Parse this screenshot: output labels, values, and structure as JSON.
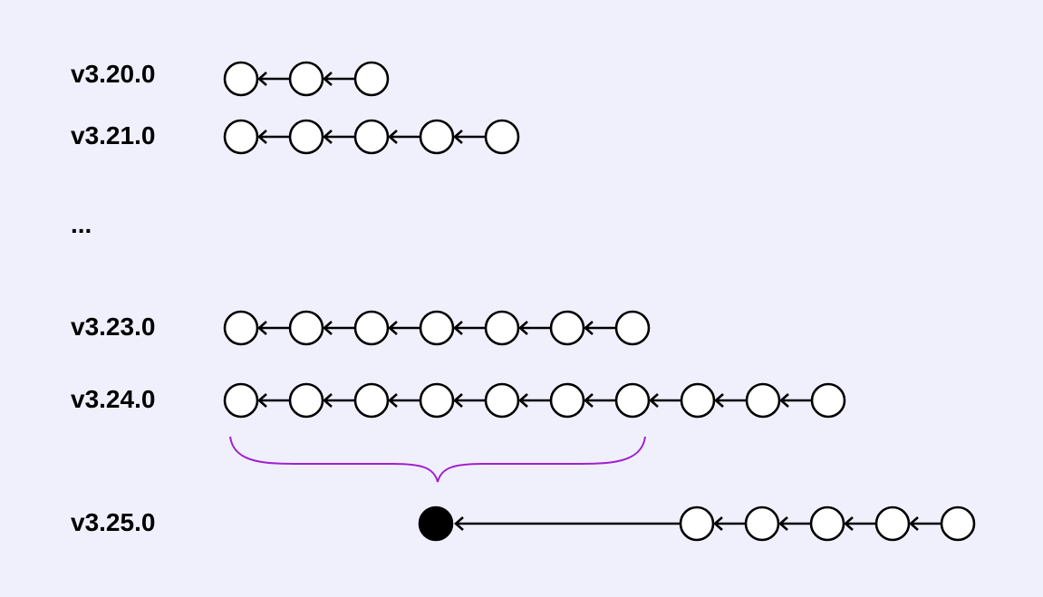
{
  "colors": {
    "background": "#f0f0fd",
    "stroke": "#000000",
    "commit_fill": "#ffffff",
    "squashed_commit_fill": "#000000",
    "brace": "#a020d0"
  },
  "rows": [
    {
      "version": "v3.20.0",
      "commits": 3
    },
    {
      "version": "v3.21.0",
      "commits": 5
    },
    {
      "ellipsis": "..."
    },
    {
      "version": "v3.23.0",
      "commits": 7
    },
    {
      "version": "v3.24.0",
      "commits": 10
    },
    {
      "version": "v3.25.0",
      "squashed_commits": 1,
      "commits": 5
    }
  ],
  "brace": {
    "spans_row": "v3.24.0",
    "first_commit": 1,
    "last_commit": 7
  }
}
